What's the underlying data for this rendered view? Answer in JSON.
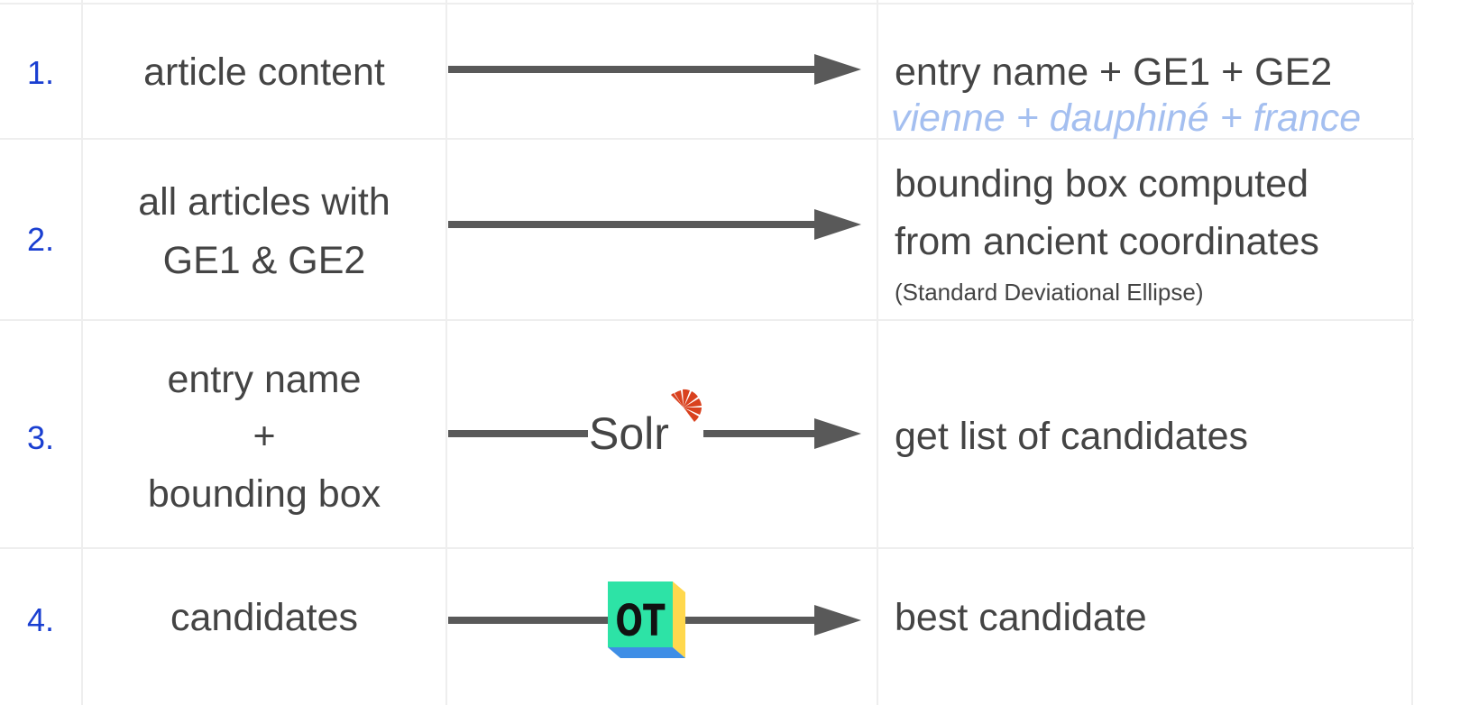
{
  "rows": [
    {
      "number": "1.",
      "input": "article content",
      "output": "entry name + GE1 + GE2",
      "example": "vienne + dauphiné + france"
    },
    {
      "number": "2.",
      "input_line1": "all articles with",
      "input_line2": "GE1 & GE2",
      "output_line1": "bounding box computed",
      "output_line2": "from ancient coordinates",
      "output_note": "(Standard Deviational Ellipse)"
    },
    {
      "number": "3.",
      "input_line1": "entry name",
      "input_line2": "+",
      "input_line3": "bounding box",
      "tool": "Solr",
      "output": "get list of candidates"
    },
    {
      "number": "4.",
      "input": "candidates",
      "tool": "OT",
      "output": "best candidate"
    }
  ],
  "colors": {
    "number": "#1a3fd1",
    "text": "#444444",
    "example": "#a4bff0",
    "arrow": "#595959",
    "grid": "#eeeeee",
    "solr_logo": "#d9411e",
    "ot_green": "#2de3a6",
    "ot_yellow": "#ffd84d",
    "ot_blue": "#3e8ee6"
  },
  "icons": [
    "solr-logo-icon",
    "opentapioca-logo-icon"
  ]
}
